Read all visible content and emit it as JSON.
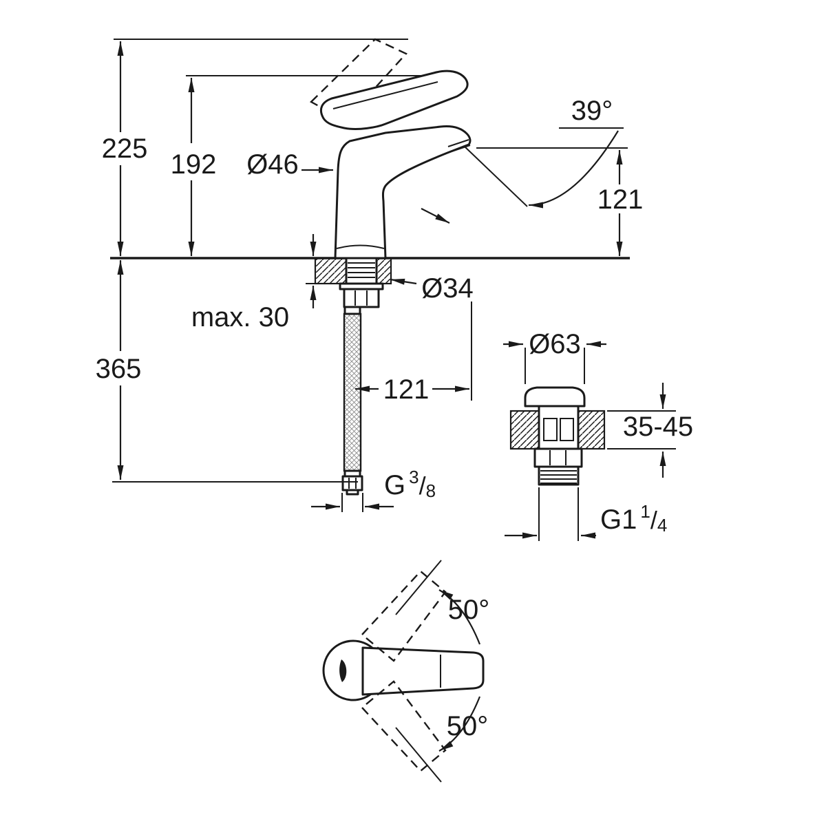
{
  "colors": {
    "ink": "#1a1a1a",
    "paper": "#ffffff"
  },
  "labels": {
    "total_height": "225",
    "handle_height": "192",
    "body_diameter": "Ø46",
    "spout_angle": "39°",
    "outlet_height": "121",
    "shank_diameter": "Ø34",
    "max_deck_thickness": "max. 30",
    "hose_length": "365",
    "spout_reach": "121",
    "waste_cap_diameter": "Ø63",
    "waste_deck_thickness": "35-45",
    "handle_swing_upper": "50°",
    "handle_swing_lower": "50°",
    "inlet_thread": {
      "prefix": "G",
      "numerator": "3",
      "slash": "/",
      "denominator": "8"
    },
    "waste_thread": {
      "prefix": "G1",
      "numerator": "1",
      "slash": "/",
      "denominator": "4"
    }
  }
}
